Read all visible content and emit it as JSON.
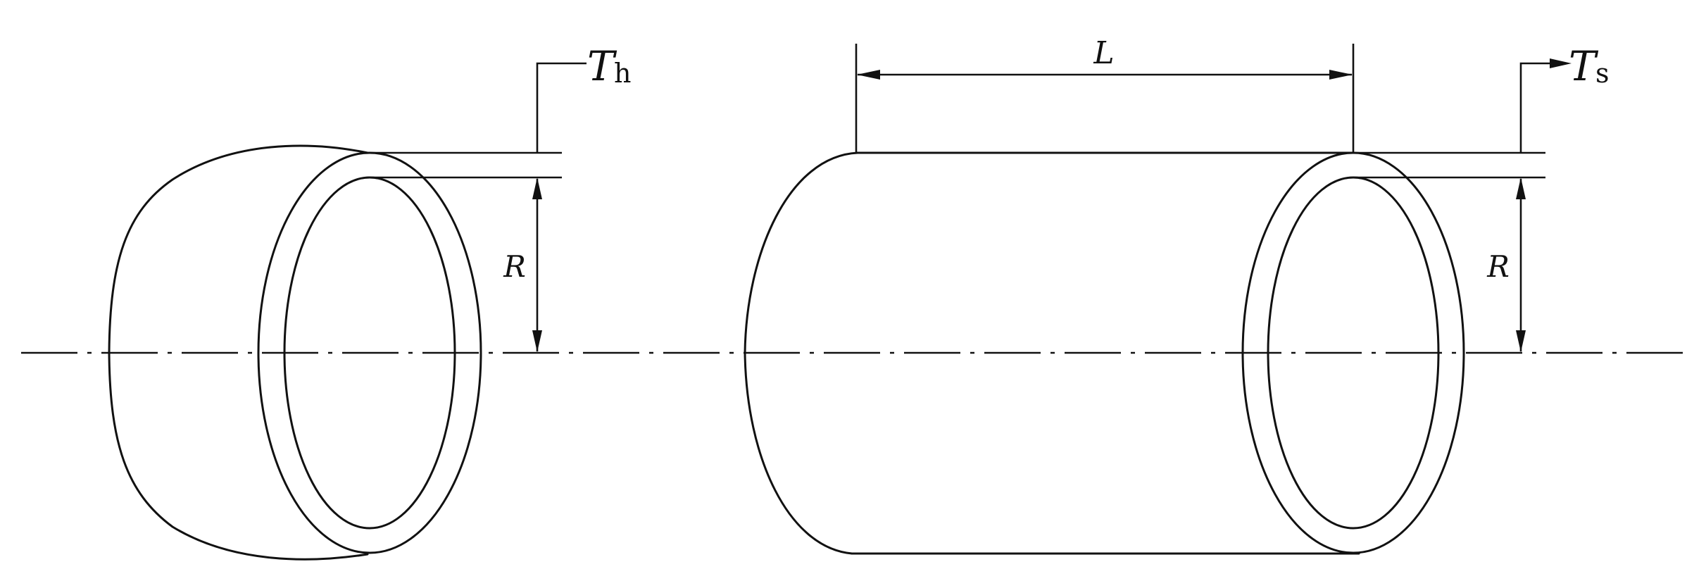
{
  "labels": {
    "length": "L",
    "radius_head": "R",
    "radius_shell": "R",
    "t_head": "T",
    "t_head_sub": "h",
    "t_shell": "T",
    "t_shell_sub": "s"
  }
}
